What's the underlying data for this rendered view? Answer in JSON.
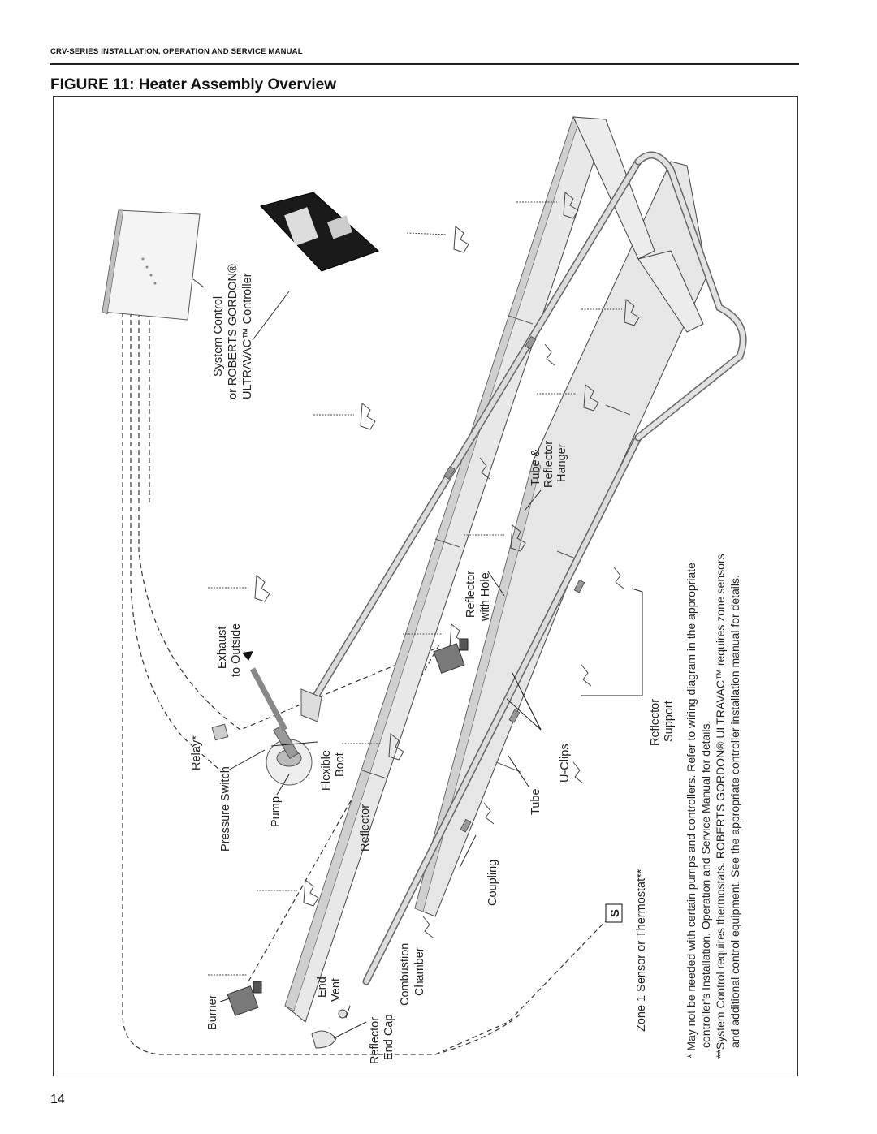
{
  "header": {
    "manual_title": "CRV-SERIES INSTALLATION, OPERATION AND SERVICE MANUAL"
  },
  "figure": {
    "title": "FIGURE 11: Heater Assembly Overview",
    "labels": {
      "system_control": "System Control",
      "roberts_gordon": "or ROBERTS GORDON®",
      "ultravac": "ULTRAVAC™ Controller",
      "exhaust": "Exhaust",
      "to_outside": "to Outside",
      "relay": "Relay*",
      "pressure_switch": "Pressure Switch",
      "pump": "Pump",
      "flexible": "Flexible",
      "boot": "Boot",
      "reflector": "Reflector",
      "tube_hanger_1": "Tube &",
      "tube_hanger_2": "Reflector",
      "tube_hanger_3": "Hanger",
      "reflector_hole_1": "Reflector",
      "reflector_hole_2": "with Hole",
      "u_clips": "U-Clips",
      "tube": "Tube",
      "reflector_support_1": "Reflector",
      "reflector_support_2": "Support",
      "coupling": "Coupling",
      "sensor_letter": "S",
      "zone_sensor": "Zone 1 Sensor or Thermostat**",
      "burner": "Burner",
      "end": "End",
      "vent": "Vent",
      "combustion": "Combustion",
      "chamber": "Chamber",
      "reflector_end_1": "Reflector",
      "reflector_end_2": "End Cap"
    },
    "notes": {
      "note1_line1": "* May not be needed with certain pumps and controllers. Refer to wiring diagram in the appropriate",
      "note1_line2": "controller's Installation, Operation and Service Manual for details.",
      "note2_line1": "**System Control requires thermostats. ROBERTS GORDON® ULTRAVAC™ requires zone sensors",
      "note2_line2": "and additional control equipment. See the appropriate controller installation manual for details."
    }
  },
  "page_number": "14"
}
